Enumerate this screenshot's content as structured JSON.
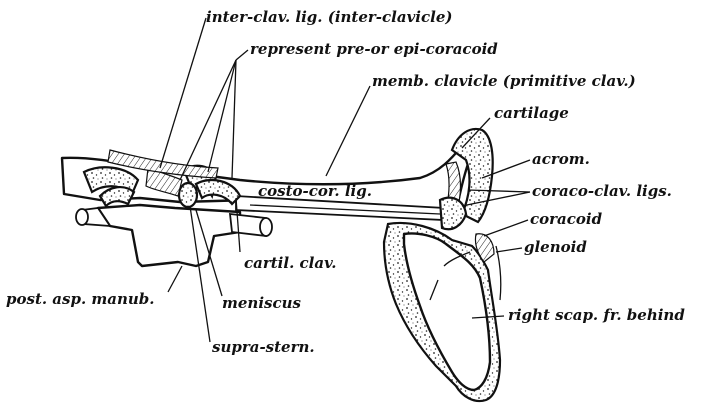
{
  "labels": {
    "inter_clav_lig": "inter-clav. lig. (inter-clavicle)",
    "represent": "represent pre-or epi-coracoid",
    "memb_clavicle": "memb. clavicle (primitive clav.)",
    "cartilage": "cartilage",
    "acrom": "acrom.",
    "coraco_clav_ligs": "coraco-clav. ligs.",
    "costo_cor_lig": "costo-cor. lig.",
    "coracoid": "coracoid",
    "glenoid": "glenoid",
    "cartil_clav": "cartil. clav.",
    "post_asp_manub": "post. asp. manub.",
    "meniscus": "meniscus",
    "supra_stern": "supra-stern.",
    "right_scap": "right scap. fr. behind"
  }
}
